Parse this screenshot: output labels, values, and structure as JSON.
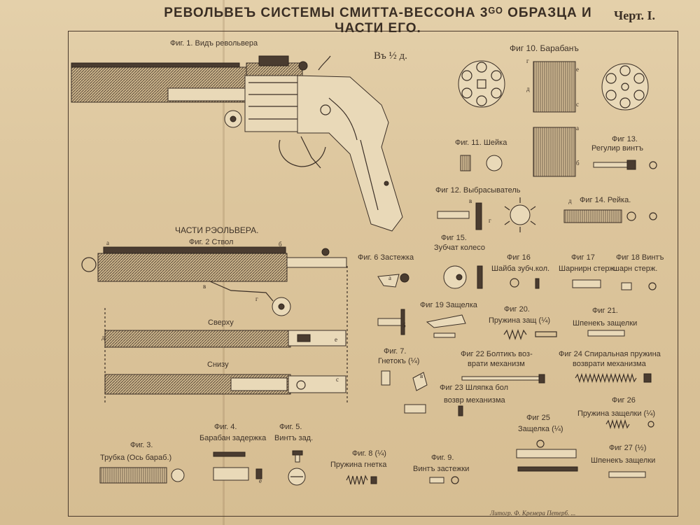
{
  "title": "РЕВОЛЬВЕЪ СИСТЕМЫ СМИТТА-ВЕССОНА 3ᴳᴼ ОБРАЗЦА И ЧАСТИ ЕГО.",
  "sheet_number": "Черт. I.",
  "scale": "Въ ½ д.",
  "section_title": "ЧАСТИ РЭОЛЬВЕРА.",
  "imprint": "Литогр. Ф. Кремера Петерб. ...",
  "figures": {
    "fig1": "Фиг. 1. Видъ револьвера",
    "fig2": "Фиг. 2 Ствол",
    "fig2_top": "Сверху",
    "fig2_bottom": "Снизу",
    "fig3": "Фиг. 3.",
    "fig3_name": "Трубка (Ось бараб.)",
    "fig4": "Фиг. 4.",
    "fig4_name": "Барабан задержка",
    "fig5": "Фиг. 5.",
    "fig5_name": "Винтъ зад.",
    "fig6": "Фиг. 6 Застежка",
    "fig7": "Фиг. 7.",
    "fig7_name": "Гнетокъ (¼)",
    "fig8": "Фиг. 8 (¼)",
    "fig8_name": "Пружина гнетка",
    "fig9": "Фиг. 9.",
    "fig9_name": "Винтъ застежки",
    "fig10": "Фиг 10. Барабанъ",
    "fig11": "Фиг. 11. Шейка",
    "fig12": "Фиг 12. Выбрасыватель",
    "fig13": "Фиг 13.",
    "fig13_name": "Регулир винтъ",
    "fig14": "Фиг 14. Рейка.",
    "fig15": "Фиг 15.",
    "fig15_name": "Зубчат колесо",
    "fig16": "Фиг 16",
    "fig16_name": "Шайба зубч.кол.",
    "fig17": "Фиг 17",
    "fig17_name": "Шарнирн стерж.",
    "fig18": "Фиг 18 Винтъ",
    "fig18_name": "шарн стерж.",
    "fig19": "Фиг 19 Защелка",
    "fig20": "Фиг 20.",
    "fig20_name": "Пружина защ (¼)",
    "fig21": "Фиг 21.",
    "fig21_name": "Шпенекъ защелки",
    "fig22": "Фиг 22 Болтикъ воз-",
    "fig22_name": "врати механизм",
    "fig23": "Фиг 23 Шляпка бол",
    "fig23_name": "возвр механизма",
    "fig24": "Фиг 24 Спиральная пружина",
    "fig24_name": "возврати механизма",
    "fig25": "Фиг 25",
    "fig25_name": "Защелка (¼)",
    "fig26": "Фиг 26",
    "fig26_name": "Пружина защелки (¼)",
    "fig27": "Фиг 27 (½)",
    "fig27_name": "Шпенекъ защелки"
  },
  "letters": [
    "а",
    "б",
    "в",
    "г",
    "д",
    "е",
    "с"
  ]
}
